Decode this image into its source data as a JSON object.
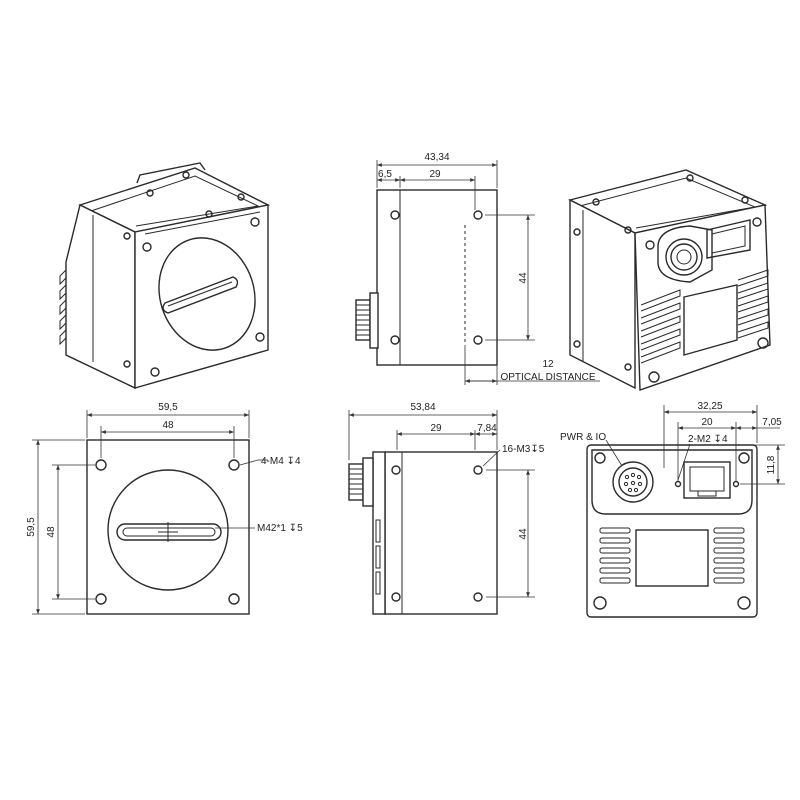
{
  "dimensions": {
    "side_top_total": "43,34",
    "side_top_offset": "6,5",
    "side_top_body": "29",
    "side_top_height": "44",
    "optical_value": "12",
    "optical_label": "OPTICAL DISTANCE",
    "front_total": "59,5",
    "front_hole_spacing": "48",
    "front_height_total": "59,5",
    "front_height_holes": "48",
    "front_hole_callout": "4-M4 ↧4",
    "front_mount_callout": "M42*1 ↧5",
    "side_bottom_total": "53,84",
    "side_bottom_body": "29",
    "side_bottom_offset": "7,84",
    "side_bottom_hole_callout": "16-M3↧5",
    "side_bottom_height": "44",
    "rear_label_connector": "PWR & IO",
    "rear_width_a": "32,25",
    "rear_width_b": "20",
    "rear_offset": "7,05",
    "rear_screw_callout": "2-M2 ↧4",
    "rear_height": "11,8"
  }
}
